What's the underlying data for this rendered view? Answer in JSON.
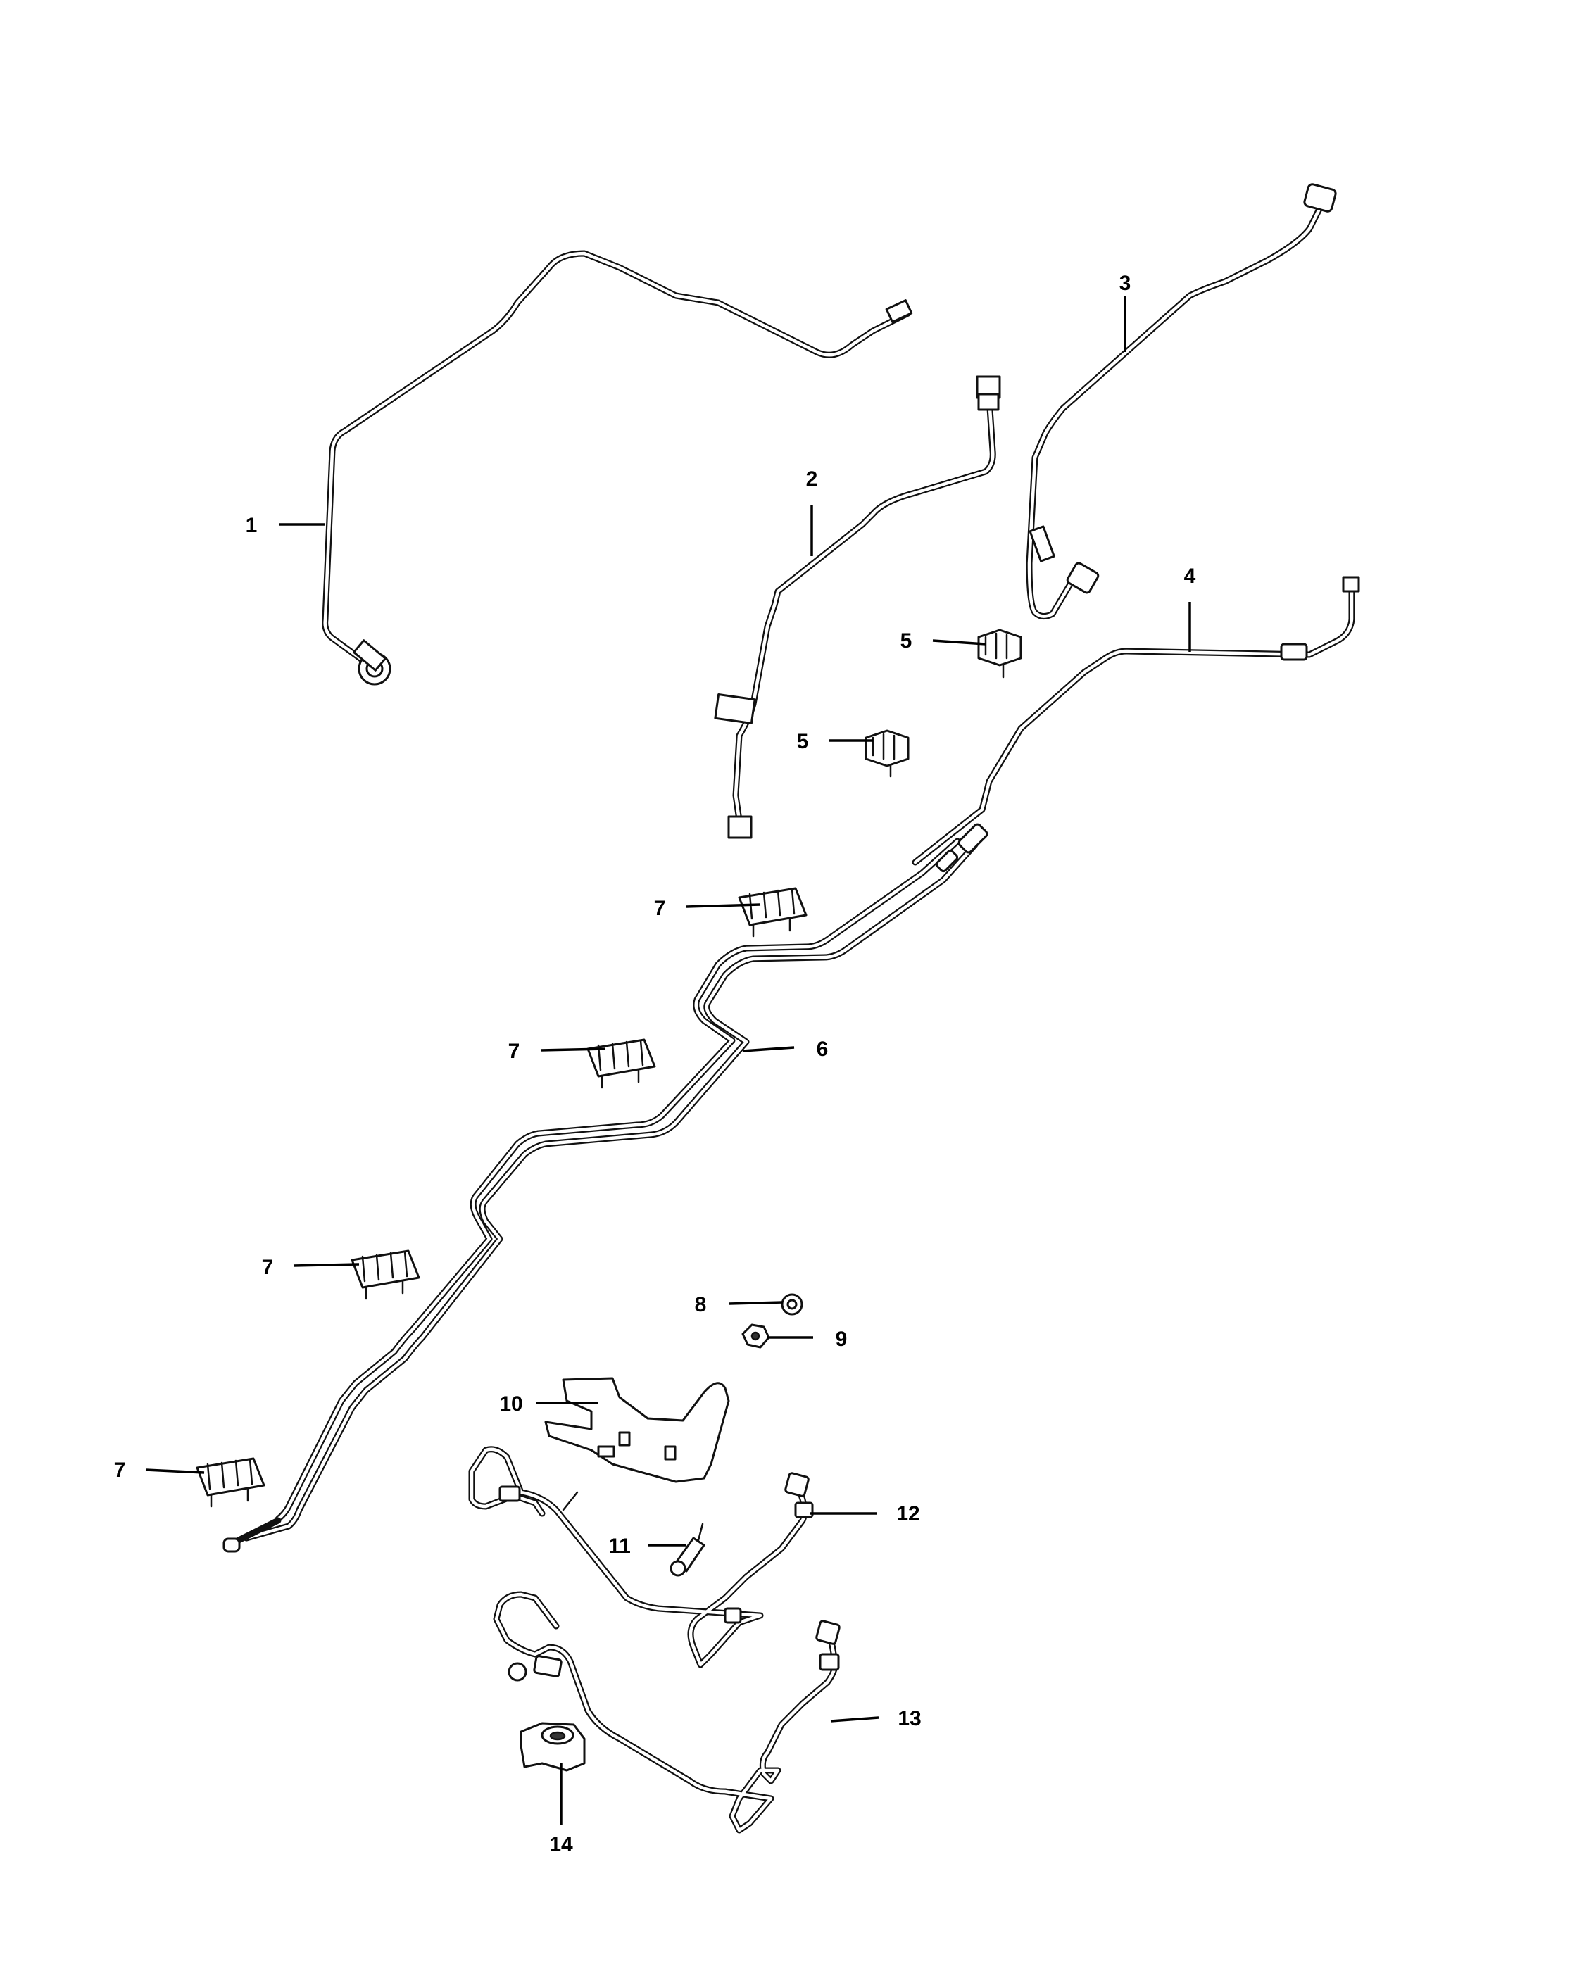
{
  "callouts": [
    {
      "id": "1",
      "label": "1"
    },
    {
      "id": "2",
      "label": "2"
    },
    {
      "id": "3",
      "label": "3"
    },
    {
      "id": "4",
      "label": "4"
    },
    {
      "id": "5a",
      "label": "5"
    },
    {
      "id": "5b",
      "label": "5"
    },
    {
      "id": "6",
      "label": "6"
    },
    {
      "id": "7a",
      "label": "7"
    },
    {
      "id": "7b",
      "label": "7"
    },
    {
      "id": "7c",
      "label": "7"
    },
    {
      "id": "7d",
      "label": "7"
    },
    {
      "id": "8",
      "label": "8"
    },
    {
      "id": "9",
      "label": "9"
    },
    {
      "id": "10",
      "label": "10"
    },
    {
      "id": "11",
      "label": "11"
    },
    {
      "id": "12",
      "label": "12"
    },
    {
      "id": "13",
      "label": "13"
    },
    {
      "id": "14",
      "label": "14"
    }
  ]
}
